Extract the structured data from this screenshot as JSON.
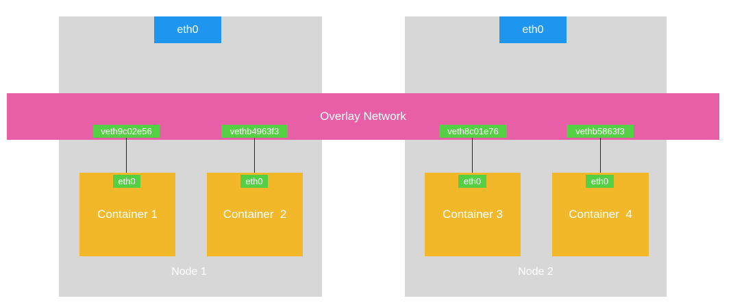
{
  "overlay_label": "Overlay Network",
  "nodes": [
    {
      "label": "Node 1",
      "host_interface": "eth0",
      "containers": [
        {
          "name": "Container 1",
          "interface": "eth0",
          "veth": "veth9c02e56"
        },
        {
          "name": "Container  2",
          "interface": "eth0",
          "veth": "vethb4963f3"
        }
      ]
    },
    {
      "label": "Node 2",
      "host_interface": "eth0",
      "containers": [
        {
          "name": "Container 3",
          "interface": "eth0",
          "veth": "veth8c01e76"
        },
        {
          "name": "Container  4",
          "interface": "eth0",
          "veth": "vethb5863f3"
        }
      ]
    }
  ],
  "colors": {
    "node_background": "#d7d7d7",
    "host_interface": "#1e96f0",
    "overlay_network": "#e95fa7",
    "veth_interface": "#55d045",
    "container": "#f3b829"
  }
}
